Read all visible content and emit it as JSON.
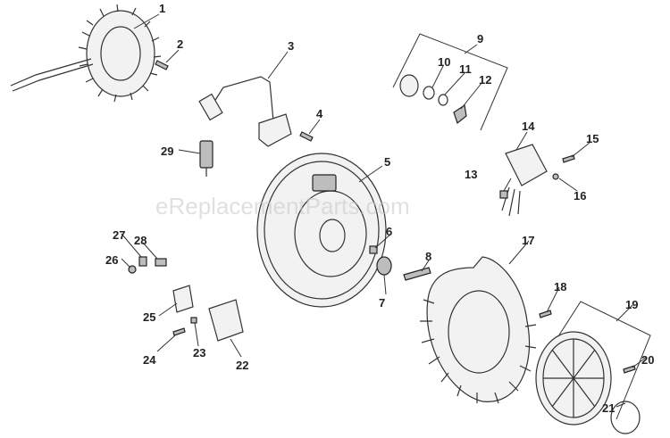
{
  "watermark": "eReplacementParts.com",
  "callouts": [
    "1",
    "2",
    "3",
    "4",
    "5",
    "6",
    "7",
    "8",
    "9",
    "10",
    "11",
    "12",
    "13",
    "14",
    "15",
    "16",
    "17",
    "18",
    "19",
    "20",
    "21",
    "22",
    "23",
    "24",
    "25",
    "26",
    "27",
    "28",
    "29"
  ]
}
